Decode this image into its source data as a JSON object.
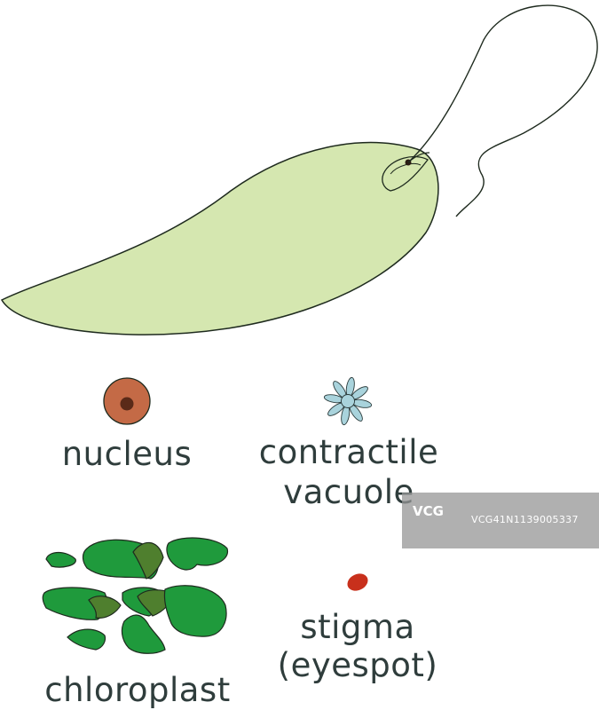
{
  "labels": {
    "nucleus": "nucleus",
    "contractile_line1": "contractile",
    "contractile_line2": "vacuole",
    "chloroplast": "chloroplast",
    "stigma_line1": "stigma",
    "stigma_line2": "(eyespot)"
  },
  "watermark": {
    "logo": "VCG",
    "id": "VCG41N1139005337"
  },
  "colors": {
    "cell_fill": "#d5e7b0",
    "outline": "#1e2a1e",
    "nucleus": "#c46a46",
    "nucleolus": "#5a2a18",
    "vacuole": "#a9d3dc",
    "chloroplast": "#1f9a3c",
    "chloroplast_fold": "#4f7f2e",
    "stigma": "#c8301c",
    "text": "#2f3d3c"
  }
}
